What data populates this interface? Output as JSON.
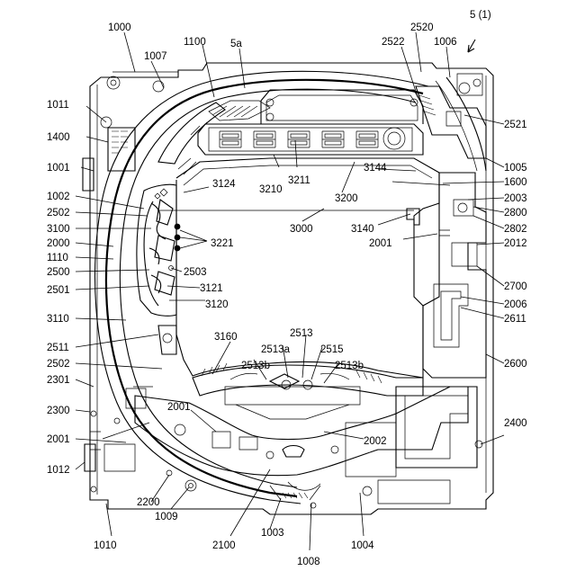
{
  "figure": {
    "ref": "5 (1)"
  },
  "labels": {
    "l1000": "1000",
    "l1001": "1001",
    "l1002": "1002",
    "l1003": "1003",
    "l1004": "1004",
    "l1005": "1005",
    "l1006": "1006",
    "l1007": "1007",
    "l1008": "1008",
    "l1009": "1009",
    "l1010": "1010",
    "l1011": "1011",
    "l1012": "1012",
    "l1100": "1100",
    "l1110": "1110",
    "l1400": "1400",
    "l1600": "1600",
    "l2000": "2000",
    "l2001a": "2001",
    "l2001b": "2001",
    "l2001c": "2001",
    "l2002": "2002",
    "l2003": "2003",
    "l2006": "2006",
    "l2012": "2012",
    "l2100": "2100",
    "l2200": "2200",
    "l2300": "2300",
    "l2301": "2301",
    "l2400": "2400",
    "l2500": "2500",
    "l2501": "2501",
    "l2502a": "2502",
    "l2502b": "2502",
    "l2503": "2503",
    "l2511": "2511",
    "l2513": "2513",
    "l2513a": "2513a",
    "l2513b1": "2513b",
    "l2513b2": "2513b",
    "l2515": "2515",
    "l2520": "2520",
    "l2521": "2521",
    "l2522": "2522",
    "l2600": "2600",
    "l2611": "2611",
    "l2700": "2700",
    "l2800": "2800",
    "l2802": "2802",
    "l3000": "3000",
    "l3100": "3100",
    "l3110": "3110",
    "l3120": "3120",
    "l3121": "3121",
    "l3124": "3124",
    "l3140": "3140",
    "l3144": "3144",
    "l3160": "3160",
    "l3200": "3200",
    "l3210": "3210",
    "l3211": "3211",
    "l3221": "3221",
    "l5a": "5a"
  }
}
